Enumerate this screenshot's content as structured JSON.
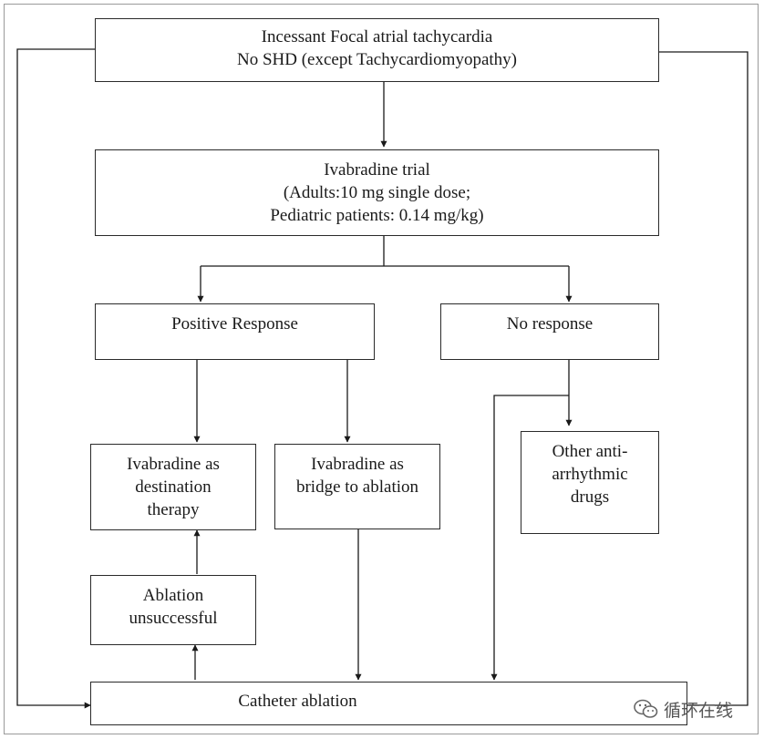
{
  "boxes": {
    "top": {
      "line1": "Incessant Focal atrial tachycardia",
      "line2": "No SHD (except Tachycardiomyopathy)"
    },
    "trial": {
      "line1": "Ivabradine trial",
      "line2": "(Adults:10 mg single dose;",
      "line3": "Pediatric patients: 0.14 mg/kg)"
    },
    "positive": {
      "line1": "Positive Response"
    },
    "noresponse": {
      "line1": "No response"
    },
    "destination": {
      "line1": "Ivabradine as",
      "line2": "destination",
      "line3": "therapy"
    },
    "bridge": {
      "line1": "Ivabradine as",
      "line2": "bridge to ablation"
    },
    "other": {
      "line1": "Other anti-",
      "line2": "arrhythmic",
      "line3": "drugs"
    },
    "unsuccessful": {
      "line1": "Ablation",
      "line2": "unsuccessful"
    },
    "catheter": {
      "line1": "Catheter ablation"
    }
  },
  "watermark": {
    "text": "循环在线",
    "icon": "wechat-icon"
  }
}
